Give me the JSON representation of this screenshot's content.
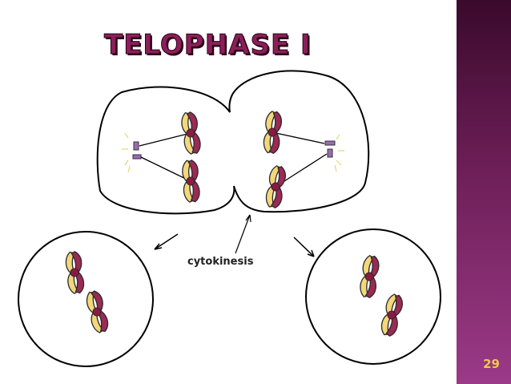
{
  "title": "TELOPHASE I",
  "label_cytokinesis": "cytokinesis",
  "slide_number": "29",
  "colors": {
    "sidebar_dark": "#3a0a2c",
    "sidebar_light": "#9b3a88",
    "slide_number": "#f0c84a",
    "title_fill": "#8b1e5a",
    "chromatid_yellow": "#f3d77a",
    "chromatid_maroon": "#9b2a55",
    "centromere": "#8e1844",
    "centrosome": "#9b6ab8"
  }
}
